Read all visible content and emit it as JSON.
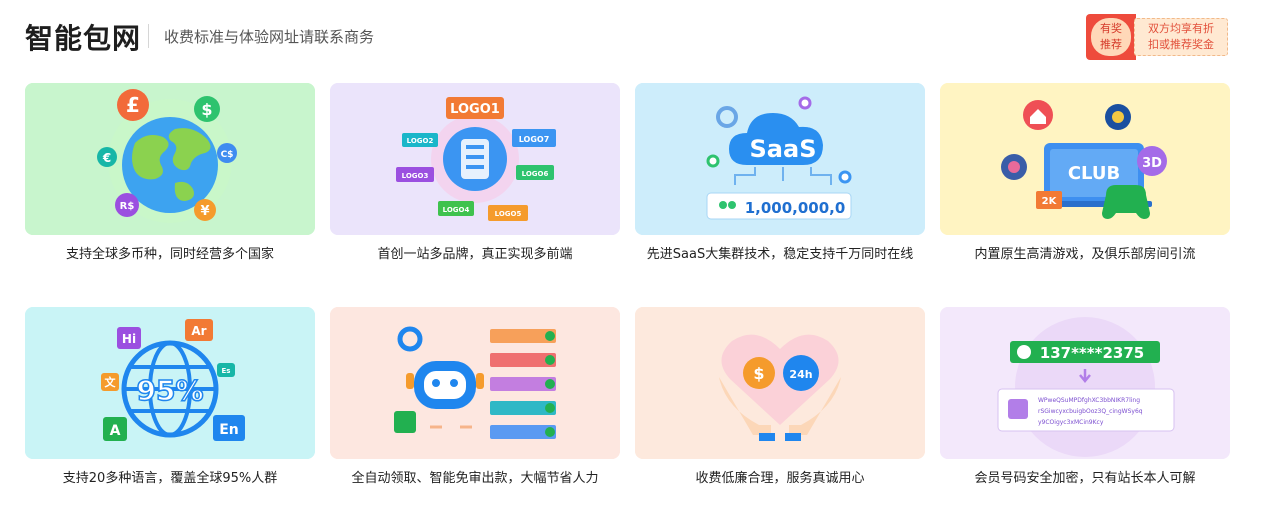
{
  "header": {
    "brand": "智能包网",
    "subtitle": "收费标准与体验网址请联系商务",
    "promo": {
      "badge_line1": "有奖",
      "badge_line2": "推荐",
      "text_line1": "双方均享有折",
      "text_line2": "扣或推荐奖金"
    }
  },
  "features": [
    {
      "label": "支持全球多币种，同时经营多个国家",
      "bg": "#c8f5cd",
      "icon": "globe-currency-icon",
      "glyphs": [
        "£",
        "$",
        "€",
        "C$",
        "R$",
        "¥"
      ]
    },
    {
      "label": "首创一站多品牌，真正实现多前端",
      "bg": "#ebe4fb",
      "icon": "multi-brand-server-icon",
      "glyphs": [
        "LOGO1",
        "LOGO2",
        "LOGO7",
        "LOGO3",
        "LOGO6",
        "LOGO4",
        "LOGO5"
      ]
    },
    {
      "label": "先进SaaS大集群技术，稳定支持千万同时在线",
      "bg": "#cdedfb",
      "icon": "saas-cloud-icon",
      "glyphs": [
        "SaaS",
        "1,000,000,0"
      ]
    },
    {
      "label": "内置原生高清游戏，及俱乐部房间引流",
      "bg": "#fff4c2",
      "icon": "club-gaming-icon",
      "glyphs": [
        "CLUB",
        "3D",
        "2K"
      ]
    },
    {
      "label": "支持20多种语言，覆盖全球95%人群",
      "bg": "#c9f4f6",
      "icon": "language-globe-icon",
      "glyphs": [
        "Hi",
        "Ar",
        "文",
        "Es",
        "95%",
        "A",
        "En"
      ]
    },
    {
      "label": "全自动领取、智能免审出款，大幅节省人力",
      "bg": "#fde7e0",
      "icon": "auto-robot-icon",
      "glyphs": []
    },
    {
      "label": "收费低廉合理，服务真诚用心",
      "bg": "#fde9dd",
      "icon": "care-hands-icon",
      "glyphs": [
        "$",
        "24h"
      ]
    },
    {
      "label": "会员号码安全加密，只有站长本人可解",
      "bg": "#f3e8fb",
      "icon": "encrypted-phone-icon",
      "glyphs": [
        "137****2375",
        "WPweQSuMPDfghXC3bbNIKR7ling",
        "rSGiwcyxcbuigbOoz3Q_cingWSy6q",
        "y9COigyc3xMCin9Kcy"
      ]
    }
  ]
}
